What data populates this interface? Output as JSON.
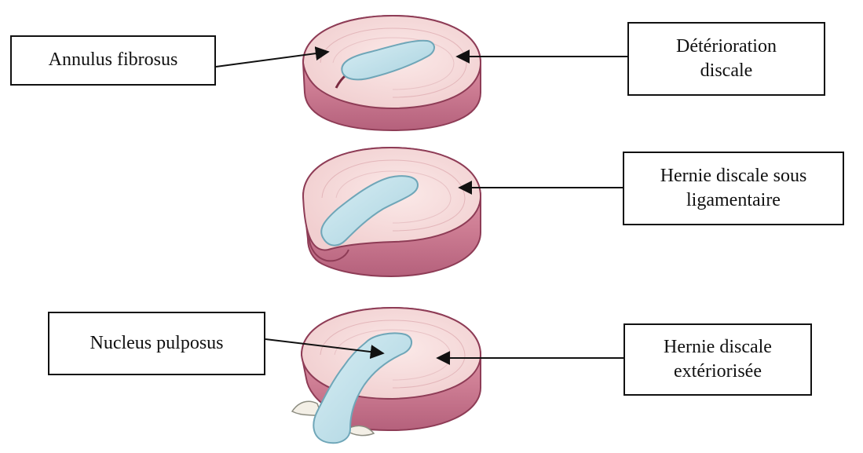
{
  "labels": {
    "annulus": "Annulus fibrosus",
    "deterioration": [
      "Détérioration",
      "discale"
    ],
    "hernie_sous": [
      "Hernie discale sous",
      "ligamentaire"
    ],
    "nucleus": "Nucleus pulposus",
    "hernie_ext": [
      "Hernie discale",
      "extériorisée"
    ]
  },
  "colors": {
    "disc_top": "#f7dcdc",
    "disc_side": "#d98a9e",
    "disc_edge": "#8e3c56",
    "nucleus": "#bfe0ea",
    "nucleus_edge": "#6fa6b8"
  }
}
